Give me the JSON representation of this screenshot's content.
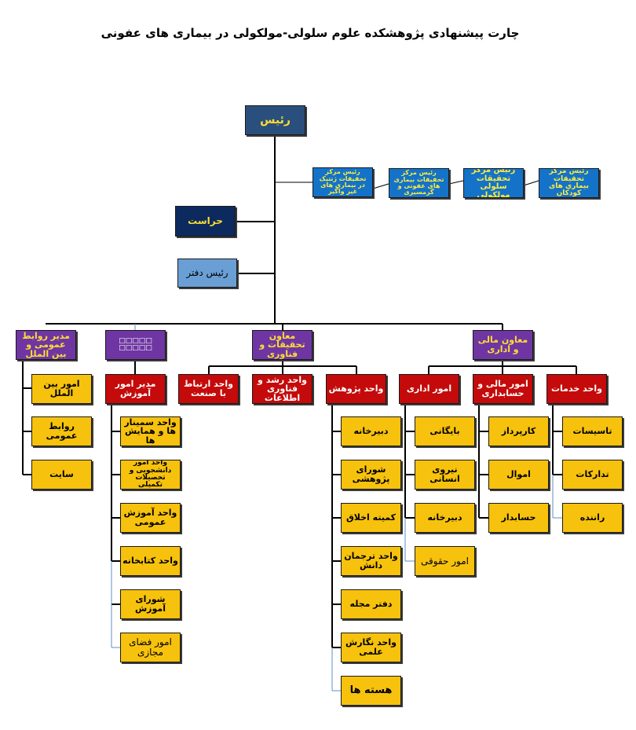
{
  "title": "چارت پیشنهادی پژوهشکده علوم سلولی-مولکولی در بیماری های عفونی",
  "head": "رئیس",
  "security": "حراست",
  "office_head": "رئیس دفتر",
  "research_centers": [
    "رئیس مرکز تحقیقات ژنتیک در بیماری های غیر واگیر",
    "رئیس مرکز تحقیقات بیماری های عفونی و گرمسیری",
    "رئیس مرکز تحقیقات سلولی مولکولی",
    "رئیس مرکز تحقیقات بیماری های کودکان"
  ],
  "international": {
    "head": "مدیر روابط عمومی و بین الملل",
    "items": [
      "امور بین الملل",
      "روابط عمومی",
      "سایت"
    ]
  },
  "education": {
    "deputy": "□□□□□ □□□□□",
    "manager": "مدیر امور آموزش",
    "items": [
      "واحد سمینار ها و همایش ها",
      "واحد امور دانشجویی و تحصیلات تکمیلی",
      "واحد آموزش عمومی",
      "واحد کتابخانه",
      "شورای آموزش",
      "امور فضای مجازی"
    ]
  },
  "research": {
    "deputy": "معاون تحقیقات و فناوری",
    "units": [
      "واحد ارتباط با صنعت",
      "واحد رشد و فناوری اطلاعات",
      "واحد پژوهش"
    ],
    "research_items": [
      "دبیرخانه",
      "شورای پژوهشی",
      "کمیته اخلاق",
      "واحد ترجمان دانش",
      "دفتر مجله",
      "واحد نگارش علمی",
      "هسته ها"
    ]
  },
  "finance": {
    "deputy": "معاون مالی و اداری",
    "admin": {
      "label": "امور اداری",
      "items": [
        "بایگانی",
        "نیروی انسانی",
        "دبیرخانه",
        "امور حقوقی"
      ]
    },
    "accounting": {
      "label": "امور مالی و حسابداری",
      "items": [
        "کارپرداز",
        "اموال",
        "حسابدار"
      ]
    },
    "services": {
      "label": "واحد خدمات",
      "items": [
        "تاسیسات",
        "تدارکات",
        "راننده"
      ]
    }
  },
  "colors": {
    "navy": "#2a4f7c",
    "purple": "#6f36a3",
    "red": "#c40a0a",
    "gold": "#f7c20d",
    "yellow_text": "#ffdf33"
  }
}
